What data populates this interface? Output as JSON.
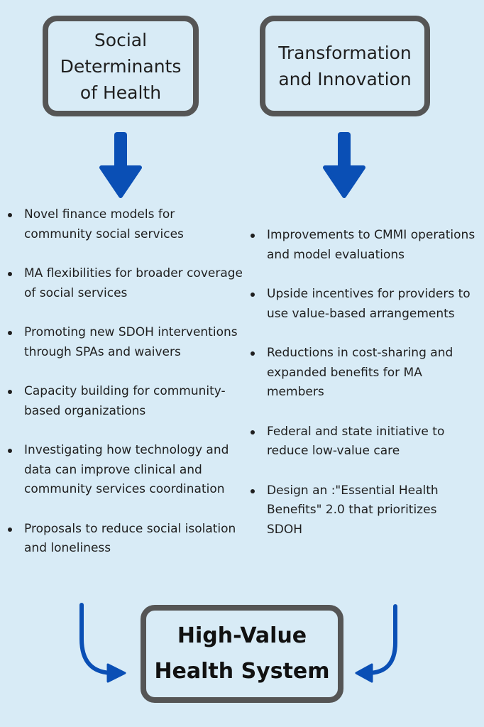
{
  "boxes": {
    "left_title": "Social\nDeterminants\nof Health",
    "right_title": "Transformation\nand Innovation",
    "bottom_title": "High-Value\nHealth System"
  },
  "left_items": [
    "Novel finance models for community social services",
    "MA flexibilities for broader coverage of social services",
    "Promoting new SDOH interventions through SPAs and waivers",
    "Capacity building for community-based organizations",
    "Investigating how technology and data can improve clinical and community services coordination",
    "Proposals to reduce social isolation and loneliness"
  ],
  "right_items": [
    "Improvements to CMMI operations and model evaluations",
    "Upside incentives for providers to use value-based arrangements",
    "Reductions in cost-sharing and expanded benefits for MA members",
    "Federal and state initiative to reduce low-value care",
    "Design an :\"Essential Health Benefits\" 2.0 that prioritizes SDOH"
  ],
  "colors": {
    "background": "#d8ebf6",
    "box_border": "#555555",
    "arrow": "#0a4fb5",
    "text": "#1f1f1f"
  }
}
